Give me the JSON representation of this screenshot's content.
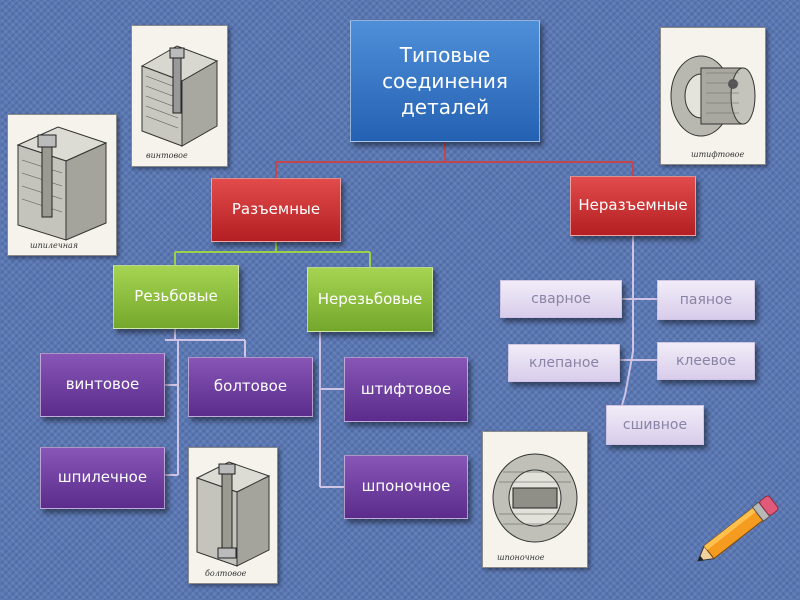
{
  "title": "Типовые соединения деталей",
  "categories": {
    "detachable": "Разъемные",
    "permanent": "Неразъемные"
  },
  "subcategories": {
    "threaded": "Резьбовые",
    "non_threaded": "Нерезьбовые"
  },
  "threaded_items": [
    "винтовое",
    "болтовое",
    "шпилечное"
  ],
  "non_threaded_items": [
    "штифтовое",
    "шпоночное"
  ],
  "permanent_items": [
    "сварное",
    "паяное",
    "клепаное",
    "клеевое",
    "сшивное"
  ],
  "illustrations": {
    "screw_caption": "винтовое",
    "stud_caption": "шпилечная",
    "bolt_caption": "болтовое",
    "key_caption": "шпоночное",
    "pin_caption": "штифтовое"
  },
  "colors": {
    "title_box": "#2e6fc0",
    "category_box": "#c8282b",
    "subcategory_box": "#8cbf3f",
    "item_box": "#6b3a9e",
    "permanent_item_box": "#e6ddf2",
    "connector_red": "#c2464d",
    "connector_green": "#8cbf3f",
    "connector_purple": "#cfc3e6"
  }
}
